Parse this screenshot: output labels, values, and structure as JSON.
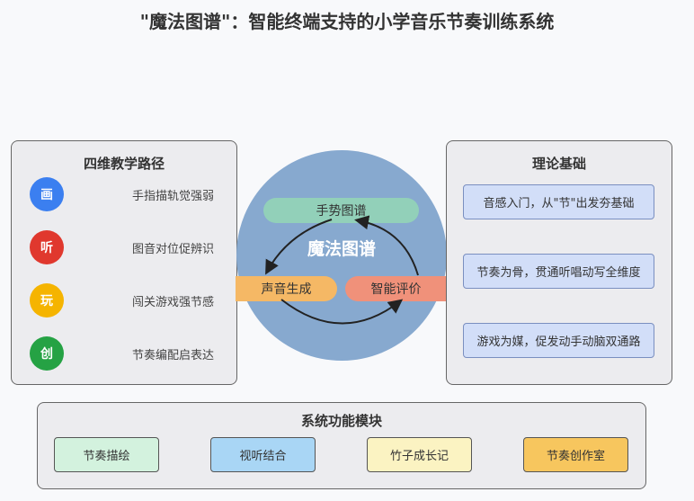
{
  "title": "\"魔法图谱\"：智能终端支持的小学音乐节奏训练系统",
  "left": {
    "heading": "四维教学路径",
    "items": [
      {
        "badge": "画",
        "text": "手指描轨觉强弱",
        "color": "#3b7ff0"
      },
      {
        "badge": "听",
        "text": "图音对位促辨识",
        "color": "#e0382e"
      },
      {
        "badge": "玩",
        "text": "闯关游戏强节感",
        "color": "#f5b400"
      },
      {
        "badge": "创",
        "text": "节奏编配启表达",
        "color": "#25a244"
      }
    ]
  },
  "center": {
    "label": "魔法图谱",
    "top": "手势图谱",
    "left": "声音生成",
    "right": "智能评价"
  },
  "right": {
    "heading": "理论基础",
    "items": [
      "音感入门，从\"节\"出发夯基础",
      "节奏为骨，贯通听唱动写全维度",
      "游戏为媒，促发动手动脑双通路"
    ]
  },
  "bottom": {
    "heading": "系统功能模块",
    "modules": [
      {
        "label": "节奏描绘",
        "color": "#d3f2de"
      },
      {
        "label": "视听结合",
        "color": "#a9d6f5"
      },
      {
        "label": "竹子成长记",
        "color": "#fbf3c2"
      },
      {
        "label": "节奏创作室",
        "color": "#f7c65e"
      }
    ]
  }
}
